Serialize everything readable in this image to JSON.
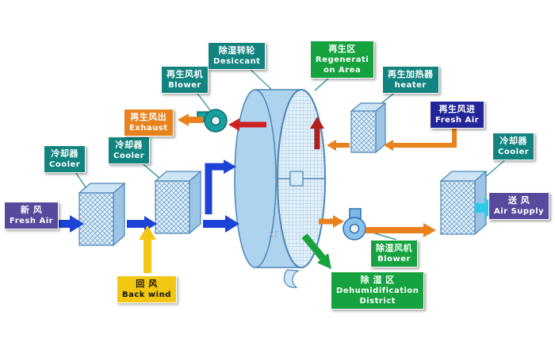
{
  "labels": {
    "fresh_air": {
      "zh": "新  风",
      "en": "Fresh Air"
    },
    "cooler1": {
      "zh": "冷却器",
      "en": "Cooler"
    },
    "cooler2": {
      "zh": "冷却器",
      "en": "Cooler"
    },
    "exhaust": {
      "zh": "再生风出",
      "en": "Exhaust"
    },
    "regen_blower": {
      "zh": "再生风机",
      "en": "Blower"
    },
    "desiccant": {
      "zh": "除湿转轮",
      "en": "Desiccant"
    },
    "regen_area": {
      "zh": "再生区",
      "en1": "Regenerati",
      "en2": "on Area"
    },
    "regen_heater": {
      "zh": "再生加热器",
      "en": "heater"
    },
    "regen_fresh": {
      "zh": "再生风进",
      "en": "Fresh Air"
    },
    "cooler3": {
      "zh": "冷却器",
      "en": "Cooler"
    },
    "air_supply": {
      "zh": "送 风",
      "en": "Air Supply"
    },
    "back_wind": {
      "zh": "回  风",
      "en": "Back wind"
    },
    "dehumid_blower": {
      "zh": "除湿风机",
      "en": "Blower"
    },
    "dehumid_district": {
      "zh": "除 湿 区",
      "en1": "Dehumidification",
      "en2": "District"
    }
  },
  "watermark": "xt",
  "colors": {
    "label_teal": "#12837f",
    "label_green": "#16a23e",
    "label_purple": "#574a9c",
    "label_orange": "#e8821e",
    "label_yellow": "#f2c714",
    "label_navy": "#23269b",
    "process_arrow_blue": "#1d43d6",
    "regen_arrow_orange": "#e8821e",
    "hot_air_red": "#cf2222",
    "supply_cyan": "#2cc9e9",
    "return_yellow": "#f2c714",
    "dehumid_green": "#17a23c"
  }
}
